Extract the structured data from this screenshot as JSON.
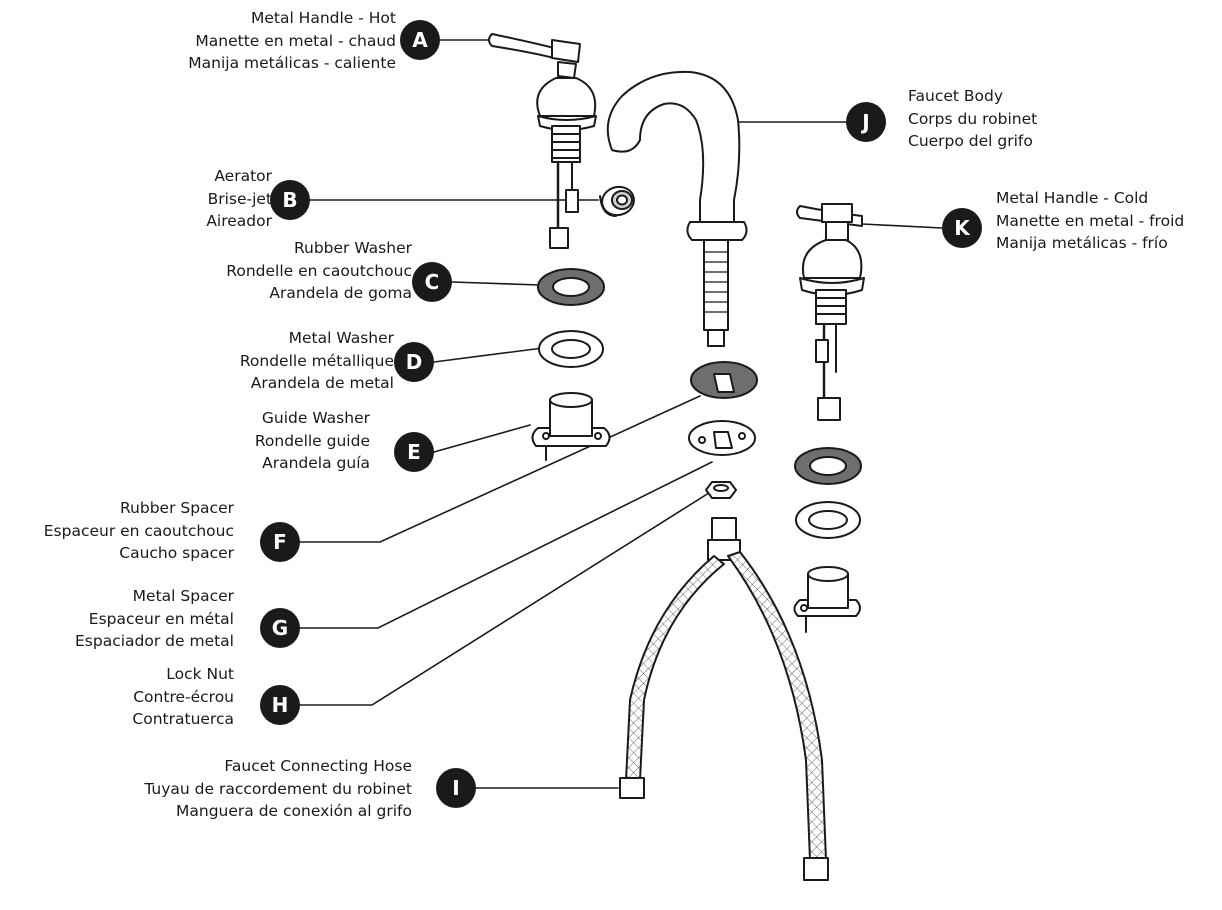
{
  "parts": [
    {
      "id": "A",
      "lines": [
        "Metal Handle - Hot",
        "Manette en metal - chaud",
        "Manija metálicas - caliente"
      ]
    },
    {
      "id": "B",
      "lines": [
        "Aerator",
        "Brise-jet",
        "Aireador"
      ]
    },
    {
      "id": "C",
      "lines": [
        "Rubber Washer",
        "Rondelle en caoutchouc",
        "Arandela de goma"
      ]
    },
    {
      "id": "D",
      "lines": [
        "Metal Washer",
        "Rondelle métallique",
        "Arandela de metal"
      ]
    },
    {
      "id": "E",
      "lines": [
        "Guide Washer",
        "Rondelle guide",
        "Arandela guía"
      ]
    },
    {
      "id": "F",
      "lines": [
        "Rubber Spacer",
        "Espaceur en caoutchouc",
        "Caucho spacer"
      ]
    },
    {
      "id": "G",
      "lines": [
        "Metal Spacer",
        "Espaceur en métal",
        "Espaciador de metal"
      ]
    },
    {
      "id": "H",
      "lines": [
        "Lock Nut",
        "Contre-écrou",
        "Contratuerca"
      ]
    },
    {
      "id": "I",
      "lines": [
        "Faucet Connecting Hose",
        "Tuyau de raccordement du robinet",
        "Manguera de conexión al grifo"
      ]
    },
    {
      "id": "J",
      "lines": [
        "Faucet Body",
        "Corps du robinet",
        "Cuerpo del grifo"
      ]
    },
    {
      "id": "K",
      "lines": [
        "Metal Handle - Cold",
        "Manette en metal - froid",
        "Manija metálicas - frío"
      ]
    }
  ],
  "colors": {
    "ink": "#1a1a1a",
    "rubber": "#6e6e6e",
    "paper": "#ffffff"
  }
}
